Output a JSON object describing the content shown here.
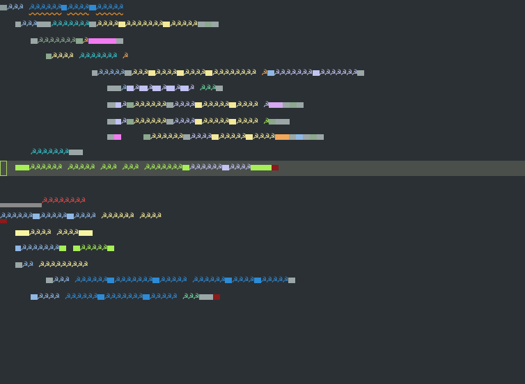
{
  "palette": {
    "bg": "#2b3034",
    "gray": "#9ba7a6",
    "sage": "#8ca88f",
    "blue": "#8fb8e6",
    "deepblue": "#2d8bd6",
    "cyan": "#33c4cc",
    "yellow": "#f4e99a",
    "lightyellow": "#f7f5a2",
    "lavender": "#c2c3f2",
    "pink": "#f27bf2",
    "orange": "#f2a85a",
    "green": "#a6ef55",
    "mint": "#6ed6a0",
    "red": "#e04a4a",
    "darkred": "#8b1a1a"
  },
  "glyph": "☭",
  "lines": [
    {
      "row": 0,
      "text": "☭☭☭ ☭☭☭☭☭☭☭☭☭☭☭☭☭☭☭"
    },
    {
      "row": 1,
      "text": "☭☭☭ ☭☭☭☭☭☭☭ ☭☭☭☭☭☭☭☭☭☭☭☭☭☭☭☭☭☭"
    },
    {
      "row": 2,
      "text": "☭☭☭☭☭☭☭ ☭"
    },
    {
      "row": 3,
      "text": "☭☭☭☭ ☭☭☭☭☭☭☭ ☭"
    },
    {
      "row": 4,
      "text": "☭☭☭☭☭ ☭☭☭☭☭☭☭☭☭☭☭☭☭☭☭☭☭☭☭☭ ☭ ☭☭☭☭☭☭☭☭☭☭☭☭☭☭☭☭"
    },
    {
      "row": 5,
      "text": "☭ ☭ ☭ ☭ ☭ ☭ ☭☭☭"
    },
    {
      "row": 6,
      "text": "☭ ☭☭☭☭☭☭ ☭☭☭☭☭☭☭☭☭☭☭☭☭☭☭ ☭"
    },
    {
      "row": 7,
      "text": "☭ ☭☭☭☭☭☭ ☭☭☭☭☭☭☭☭☭☭☭☭☭☭☭ ☭"
    },
    {
      "row": 8,
      "text": "☭☭☭☭☭☭☭ ☭☭☭☭☭☭☭☭☭☭☭☭☭☭☭☭"
    },
    {
      "row": 9,
      "text": "☭☭☭☭☭☭☭"
    },
    {
      "row": 10,
      "text": "☭☭☭☭☭☭ ☭☭☭☭☭ ☭☭☭ ☭☭☭ ☭☭☭☭☭☭☭ ☭☭☭☭☭☭☭☭☭☭☭"
    },
    {
      "row": 12,
      "text": "☭☭☭☭☭☭☭☭"
    },
    {
      "row": 13,
      "text": "☭☭☭☭☭☭☭☭☭☭☭☭☭☭☭ ☭☭☭☭☭☭☭☭☭☭☭"
    },
    {
      "row": 14,
      "text": "☭☭☭☭☭ ☭☭☭☭"
    },
    {
      "row": 15,
      "text": "☭☭☭☭☭☭☭ ☭☭☭☭☭"
    },
    {
      "row": 16,
      "text": "☭☭ ☭☭☭☭☭☭☭☭☭"
    },
    {
      "row": 17,
      "text": "☭☭☭ ☭☭☭☭☭☭☭☭☭☭☭☭☭☭☭☭☭☭☭☭ ☭☭☭☭☭☭☭☭☭☭☭☭☭☭☭☭"
    },
    {
      "row": 18,
      "text": "☭☭☭☭ ☭☭☭☭☭☭☭☭☭☭☭☭☭☭☭☭☭☭☭☭ ☭☭☭"
    }
  ],
  "segments": {
    "r0": [
      [
        "☭☭☭",
        "blue"
      ],
      [
        "☭☭☭☭☭☭",
        "deepblue"
      ],
      [
        "☭☭☭☭",
        "deepblue"
      ],
      [
        "☭☭☭☭☭",
        "deepblue"
      ]
    ],
    "r1": [
      [
        "☭☭☭",
        "blue"
      ],
      [
        "☭☭☭☭☭☭☭",
        "cyan"
      ],
      [
        "☭☭☭☭",
        "yellow"
      ],
      [
        "☭☭☭☭☭☭☭",
        "yellow"
      ],
      [
        "☭☭☭☭☭",
        "yellow"
      ]
    ],
    "r2": [
      [
        "☭☭☭☭☭☭☭",
        "sage"
      ],
      [
        "☭",
        "orange"
      ]
    ],
    "r3": [
      [
        "☭☭☭☭",
        "yellow"
      ],
      [
        "☭☭☭☭☭☭☭",
        "cyan"
      ],
      [
        "☭",
        "orange"
      ]
    ],
    "r4": [
      [
        "☭☭☭☭☭",
        "blue"
      ],
      [
        "☭☭☭",
        "yellow"
      ],
      [
        "☭☭☭☭",
        "yellow"
      ],
      [
        "☭☭☭☭",
        "yellow"
      ],
      [
        "☭☭☭☭☭☭☭☭",
        "yellow"
      ],
      [
        "☭",
        "orange"
      ],
      [
        "☭☭☭☭☭☭☭",
        "lavender"
      ],
      [
        "☭☭☭☭☭☭☭",
        "lavender"
      ]
    ],
    "r5": [
      [
        "☭",
        "blue"
      ],
      [
        "☭",
        "lavender"
      ],
      [
        "☭",
        "lavender"
      ],
      [
        "☭",
        "lavender"
      ],
      [
        "☭",
        "lavender"
      ],
      [
        "☭",
        "lavender"
      ],
      [
        "☭☭☭",
        "mint"
      ]
    ],
    "r6": [
      [
        "☭",
        "lavender"
      ],
      [
        "☭☭☭☭☭☭",
        "yellow"
      ],
      [
        "☭☭☭☭",
        "lavender"
      ],
      [
        "☭☭☭☭☭",
        "yellow"
      ],
      [
        "☭☭☭☭",
        "yellow"
      ],
      [
        "☭",
        "lavender"
      ]
    ],
    "r7": [
      [
        "☭",
        "lavender"
      ],
      [
        "☭☭☭☭☭☭",
        "yellow"
      ],
      [
        "☭☭☭☭",
        "lavender"
      ],
      [
        "☭☭☭☭☭",
        "yellow"
      ],
      [
        "☭☭☭☭",
        "yellow"
      ],
      [
        "☭",
        "green"
      ]
    ],
    "r8": [
      [
        "☭☭☭☭☭☭",
        "yellow"
      ],
      [
        "☭☭☭☭",
        "lavender"
      ],
      [
        "☭☭☭☭☭",
        "yellow"
      ],
      [
        "☭☭☭☭",
        "yellow"
      ]
    ],
    "r9": [
      [
        "☭☭☭☭☭☭☭",
        "cyan"
      ]
    ],
    "r10": [
      [
        "☭☭☭☭☭☭",
        "green"
      ],
      [
        "☭☭☭☭☭",
        "green"
      ],
      [
        "☭☭☭",
        "green"
      ],
      [
        "☭☭☭",
        "green"
      ],
      [
        "☭☭☭☭☭☭☭",
        "green"
      ],
      [
        "☭☭☭☭☭☭",
        "lavender"
      ],
      [
        "☭☭☭☭",
        "lavender"
      ]
    ],
    "r12": [
      [
        "☭☭☭☭☭☭☭☭",
        "red"
      ]
    ],
    "r13": [
      [
        "☭☭☭☭☭☭",
        "blue"
      ],
      [
        "☭☭☭☭☭",
        "blue"
      ],
      [
        "☭☭☭☭",
        "blue"
      ],
      [
        "☭☭☭☭☭☭",
        "yellow"
      ],
      [
        "☭☭☭☭",
        "yellow"
      ]
    ],
    "r14": [
      [
        "☭☭☭☭",
        "yellow"
      ],
      [
        "☭☭☭☭",
        "yellow"
      ]
    ],
    "r15": [
      [
        "☭☭☭☭☭☭☭",
        "blue"
      ],
      [
        "☭☭☭☭☭",
        "green"
      ]
    ],
    "r16": [
      [
        "☭☭",
        "blue"
      ],
      [
        "☭☭☭☭☭☭☭☭☭",
        "yellow"
      ]
    ],
    "r17": [
      [
        "☭☭☭",
        "blue"
      ],
      [
        "☭☭☭☭☭☭",
        "deepblue"
      ],
      [
        "☭☭☭☭☭☭☭",
        "deepblue"
      ],
      [
        "☭☭☭☭☭",
        "deepblue"
      ],
      [
        "☭☭☭☭☭☭",
        "deepblue"
      ],
      [
        "☭☭☭☭",
        "deepblue"
      ],
      [
        "☭☭☭☭☭",
        "deepblue"
      ]
    ],
    "r18": [
      [
        "☭☭☭☭",
        "blue"
      ],
      [
        "☭☭☭☭☭☭",
        "deepblue"
      ],
      [
        "☭☭☭☭☭☭☭",
        "deepblue"
      ],
      [
        "☭☭☭☭☭",
        "deepblue"
      ],
      [
        "☭☭☭",
        "mint"
      ]
    ]
  }
}
